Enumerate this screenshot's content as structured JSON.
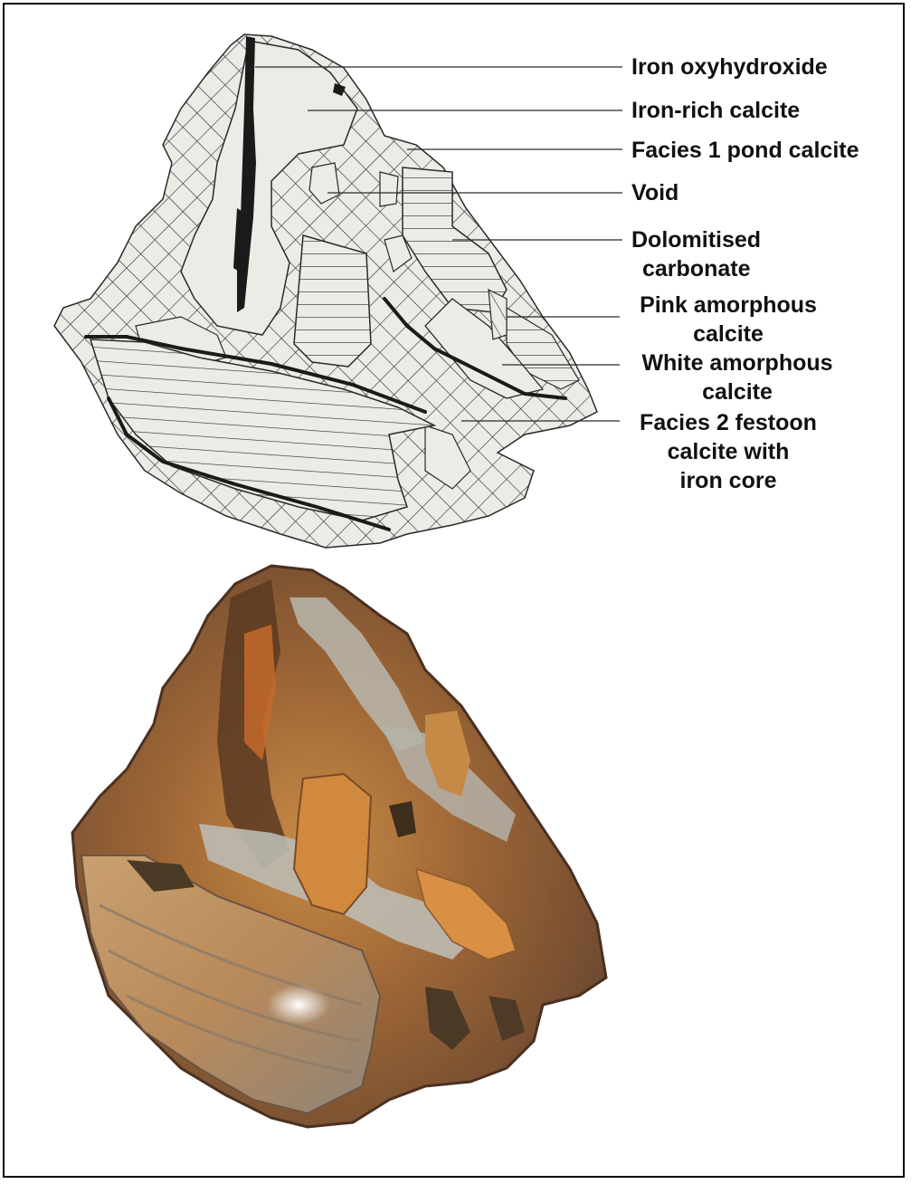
{
  "labels": {
    "iron_oxyhydroxide": "Iron oxyhydroxide",
    "iron_rich_calcite": "Iron-rich calcite",
    "facies1": "Facies 1 pond calcite",
    "void": "Void",
    "dolomitised_1": "Dolomitised",
    "dolomitised_2": "carbonate",
    "pink_1": "Pink amorphous",
    "pink_2": "calcite",
    "white_1": "White amorphous",
    "white_2": "calcite",
    "facies2_1": "Facies 2 festoon",
    "facies2_2": "calcite with",
    "facies2_3": "iron core"
  },
  "colors": {
    "sketch_fill": "#ecece6",
    "crosshatch": "#2a2a2a",
    "iron_band": "#1a1a1a",
    "rock_brown": "#8a5a30",
    "rock_orange": "#d0893f",
    "rock_grey": "#b9b7ae",
    "rock_dark": "#5a3a22"
  }
}
